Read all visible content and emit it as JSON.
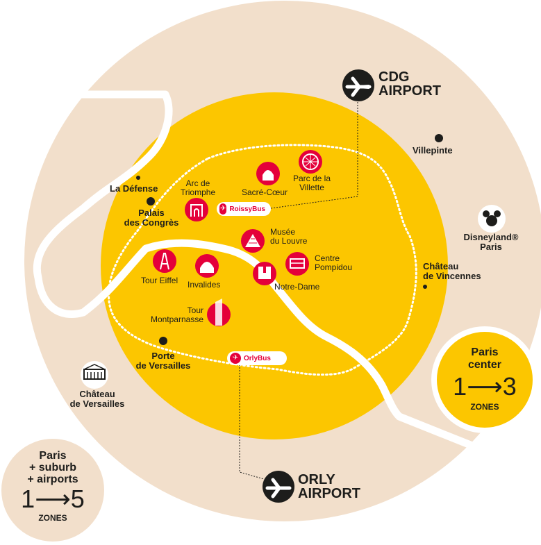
{
  "colors": {
    "outer_zone": "#f2dfcb",
    "inner_zone": "#fcc600",
    "river": "#ffffff",
    "landmark": "#e4003a",
    "text": "#1d1d1b",
    "airport_icon": "#1d1d1b"
  },
  "airports": {
    "cdg": {
      "label": "CDG\nAIRPORT",
      "icon": "airplane-icon"
    },
    "orly": {
      "label": "ORLY\nAIRPORT",
      "icon": "airplane-icon"
    }
  },
  "places": {
    "villepinte": "Villepinte",
    "disneyland": "Disneyland®\nParis",
    "vincennes": "Château\nde Vincennes",
    "la_defense": "La Défense",
    "palais": "Palais\ndes Congrès",
    "versailles": "Château\nde Versailles",
    "porte_versailles": "Porte\nde Versailles"
  },
  "landmarks": {
    "arc": "Arc de\nTriomphe",
    "sacre": "Sacré-Cœur",
    "villette": "Parc de la\nVillette",
    "louvre": "Musée\ndu Louvre",
    "pompidou": "Centre\nPompidou",
    "eiffel": "Tour Eiffel",
    "invalides": "Invalides",
    "notre_dame": "Notre-Dame",
    "montparnasse": "Tour\nMontparnasse"
  },
  "buses": {
    "roissy": "RoissyBus",
    "orly": "OrlyBus"
  },
  "zones": {
    "center": {
      "title": "Paris\ncenter",
      "from": "1",
      "to": "3",
      "label": "ZONES"
    },
    "outer": {
      "title": "Paris\n+ suburb\n+ airports",
      "from": "1",
      "to": "5",
      "label": "ZONES"
    }
  }
}
